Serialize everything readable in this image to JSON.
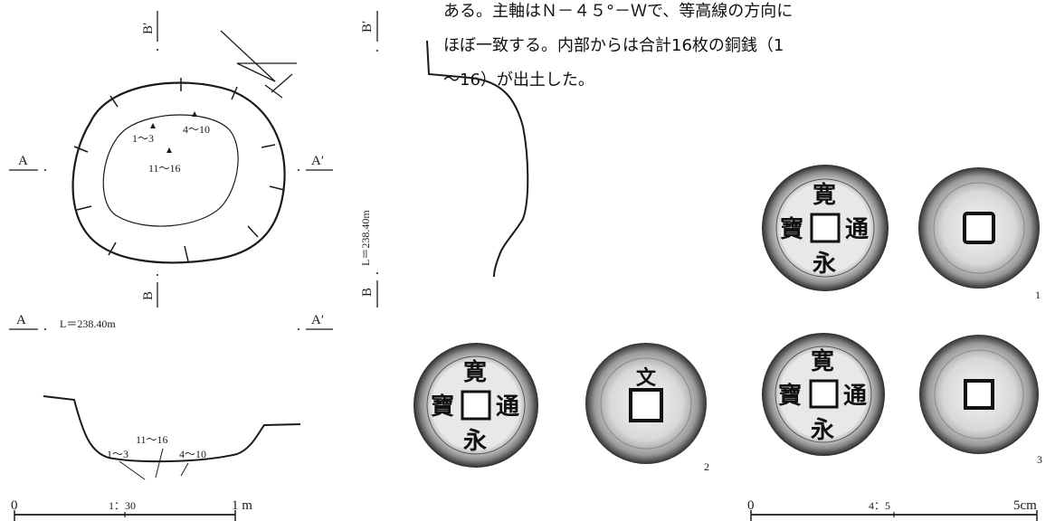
{
  "text_block": {
    "line1": "ある。主軸はＮ－４５°－Ｗで、等高線の方向に",
    "line2": "ほぼ一致する。内部からは合計16枚の銅銭（1",
    "line3": "〜16）が出土した。"
  },
  "plan": {
    "label_a": "A",
    "label_a_prime": "A′",
    "label_b_prime": "B′",
    "label_b": "B",
    "point_1": "1〜3",
    "point_2": "4〜10",
    "point_3": "11〜16"
  },
  "section_ab": {
    "label_a": "A",
    "label_a_prime": "A′",
    "level": "L＝238.40m",
    "point_1": "1〜3",
    "point_2": "4〜10",
    "point_3": "11〜16"
  },
  "section_b": {
    "label_b_prime": "B′",
    "label_b": "B",
    "level": "L＝238.40m"
  },
  "scale_left": {
    "zero": "0",
    "ratio": "1：30",
    "end": "1 m"
  },
  "scale_right": {
    "zero": "0",
    "ratio": "4：5",
    "end": "5cm"
  },
  "coins": {
    "chars": [
      "寛",
      "永",
      "通",
      "寶"
    ],
    "reverse_char_2": "文",
    "numbers": [
      "1",
      "2",
      "3"
    ]
  }
}
